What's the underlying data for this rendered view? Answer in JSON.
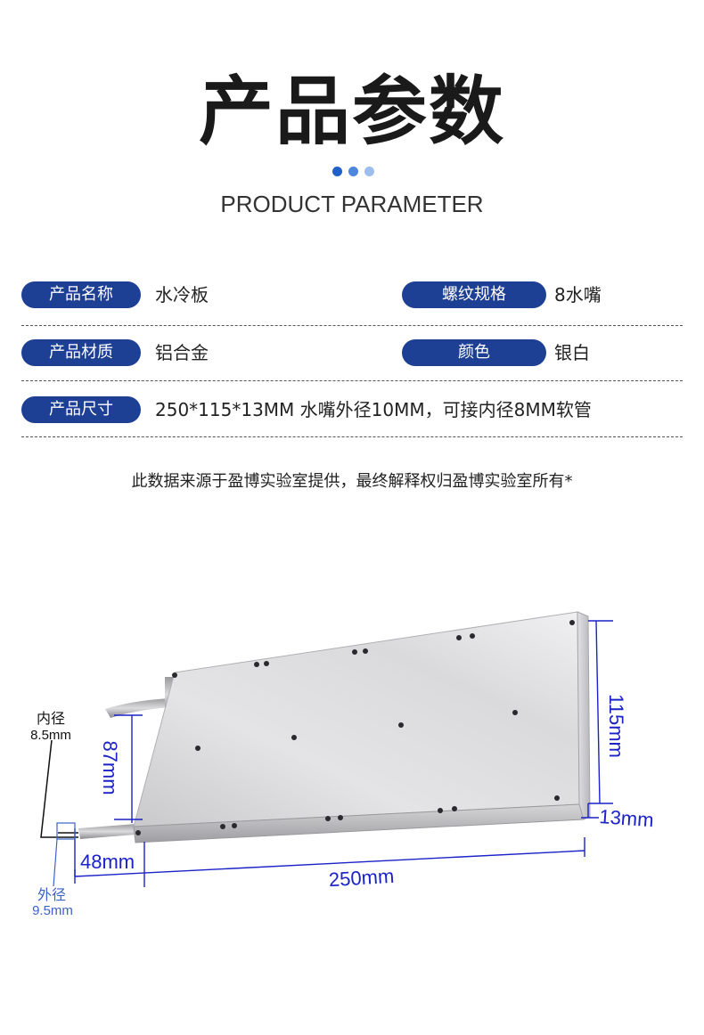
{
  "header": {
    "title": "产品参数",
    "subtitle": "PRODUCT PARAMETER",
    "dot_colors": [
      "#1f5fc8",
      "#4f86dd",
      "#9cbdee"
    ]
  },
  "params": {
    "name_label": "产品名称",
    "name_value": "水冷板",
    "thread_label": "螺纹规格",
    "thread_value": "8水嘴",
    "material_label": "产品材质",
    "material_value": "铝合金",
    "color_label": "颜色",
    "color_value": "银白",
    "size_label": "产品尺寸",
    "size_value": "250*115*13MM  水嘴外径10MM，可接内径8MM软管"
  },
  "note": "此数据来源于盈博实验室提供，最终解释权归盈博实验室所有*",
  "diagram": {
    "inner_label": "内径",
    "inner_value": "8.5mm",
    "outer_label": "外径",
    "outer_value": "9.5mm",
    "dim_87": "87mm",
    "dim_48": "48mm",
    "dim_250": "250mm",
    "dim_115": "115mm",
    "dim_13": "13mm",
    "accent_color": "#1a22c8",
    "outer_color": "#3b64c8"
  }
}
